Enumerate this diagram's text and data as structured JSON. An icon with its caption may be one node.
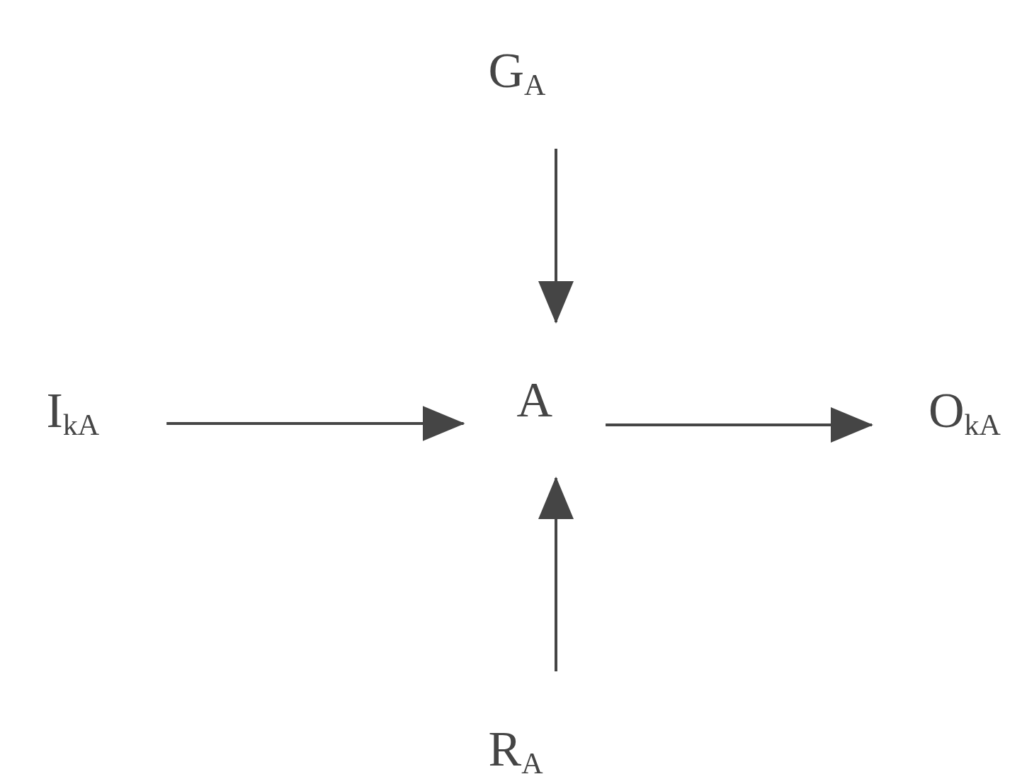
{
  "diagram": {
    "nodes": [
      {
        "text": [
          "G$_{A}$"
        ]
      },
      {
        "text": [
          "I$_{kA}$"
        ]
      },
      {
        "text": [
          "A"
        ]
      },
      {
        "text": [
          "O$_{kA}$"
        ]
      },
      {
        "text": [
          "R$_{A}$"
        ]
      }
    ],
    "edges": [
      {
        "from": 0,
        "to": 2,
        "arrow": "to"
      },
      {
        "from": 1,
        "to": 2,
        "arrow": "to"
      },
      {
        "from": 2,
        "to": 3,
        "arrow": "to"
      },
      {
        "from": 4,
        "to": 2,
        "arrow": "to"
      }
    ]
  }
}
